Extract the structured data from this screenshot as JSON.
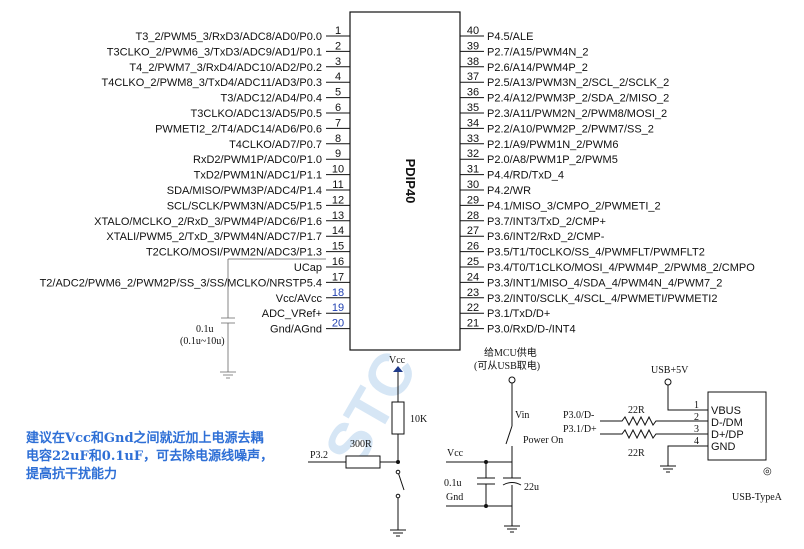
{
  "chip": {
    "package": "PDIP40",
    "left_pins": [
      {
        "num": "1",
        "label": "T3_2/PWM5_3/RxD3/ADC8/AD0/P0.0"
      },
      {
        "num": "2",
        "label": "T3CLKO_2/PWM6_3/TxD3/ADC9/AD1/P0.1"
      },
      {
        "num": "3",
        "label": "T4_2/PWM7_3/RxD4/ADC10/AD2/P0.2"
      },
      {
        "num": "4",
        "label": "T4CLKO_2/PWM8_3/TxD4/ADC11/AD3/P0.3"
      },
      {
        "num": "5",
        "label": "T3/ADC12/AD4/P0.4"
      },
      {
        "num": "6",
        "label": "T3CLKO/ADC13/AD5/P0.5"
      },
      {
        "num": "7",
        "label": "PWMETI2_2/T4/ADC14/AD6/P0.6"
      },
      {
        "num": "8",
        "label": "T4CLKO/AD7/P0.7"
      },
      {
        "num": "9",
        "label": "RxD2/PWM1P/ADC0/P1.0"
      },
      {
        "num": "10",
        "label": "TxD2/PWM1N/ADC1/P1.1"
      },
      {
        "num": "11",
        "label": "SDA/MISO/PWM3P/ADC4/P1.4"
      },
      {
        "num": "12",
        "label": "SCL/SCLK/PWM3N/ADC5/P1.5"
      },
      {
        "num": "13",
        "label": "XTALO/MCLKO_2/RxD_3/PWM4P/ADC6/P1.6"
      },
      {
        "num": "14",
        "label": "XTALI/PWM5_2/TxD_3/PWM4N/ADC7/P1.7"
      },
      {
        "num": "15",
        "label": "T2CLKO/MOSI/PWM2N/ADC3/P1.3"
      },
      {
        "num": "16",
        "label": "UCap"
      },
      {
        "num": "17",
        "label": "T2/ADC2/PWM6_2/PWM2P/SS_3/SS/MCLKO/NRSTP5.4"
      },
      {
        "num": "18",
        "label": "Vcc/AVcc"
      },
      {
        "num": "19",
        "label": "ADC_VRef+"
      },
      {
        "num": "20",
        "label": "Gnd/AGnd"
      }
    ],
    "right_pins": [
      {
        "num": "40",
        "label": "P4.5/ALE"
      },
      {
        "num": "39",
        "label": "P2.7/A15/PWM4N_2"
      },
      {
        "num": "38",
        "label": "P2.6/A14/PWM4P_2"
      },
      {
        "num": "37",
        "label": "P2.5/A13/PWM3N_2/SCL_2/SCLK_2"
      },
      {
        "num": "36",
        "label": "P2.4/A12/PWM3P_2/SDA_2/MISO_2"
      },
      {
        "num": "35",
        "label": "P2.3/A11/PWM2N_2/PWM8/MOSI_2"
      },
      {
        "num": "34",
        "label": "P2.2/A10/PWM2P_2/PWM7/SS_2"
      },
      {
        "num": "33",
        "label": "P2.1/A9/PWM1N_2/PWM6"
      },
      {
        "num": "32",
        "label": "P2.0/A8/PWM1P_2/PWM5"
      },
      {
        "num": "31",
        "label": "P4.4/RD/TxD_4"
      },
      {
        "num": "30",
        "label": "P4.2/WR"
      },
      {
        "num": "29",
        "label": "P4.1/MISO_3/CMPO_2/PWMETI_2"
      },
      {
        "num": "28",
        "label": "P3.7/INT3/TxD_2/CMP+"
      },
      {
        "num": "27",
        "label": "P3.6/INT2/RxD_2/CMP-"
      },
      {
        "num": "26",
        "label": "P3.5/T1/T0CLKO/SS_4/PWMFLT/PWMFLT2"
      },
      {
        "num": "25",
        "label": "P3.4/T0/T1CLKO/MOSI_4/PWM4P_2/PWM8_2/CMPO"
      },
      {
        "num": "24",
        "label": "P3.3/INT1/MISO_4/SDA_4/PWM4N_4/PWM7_2"
      },
      {
        "num": "23",
        "label": "P3.2/INT0/SCLK_4/SCL_4/PWMETI/PWMETI2"
      },
      {
        "num": "22",
        "label": "P3.1/TxD/D+"
      },
      {
        "num": "21",
        "label": "P3.0/RxD/D-/INT4"
      }
    ]
  },
  "ucap_cap": {
    "value": "0.1u",
    "range": "(0.1u~10u)"
  },
  "power_note_lines": [
    "建议在Vcc和Gnd之间就近加上电源去耦",
    "电容22uF和0.1uF，可去除电源线噪声，",
    "提高抗干扰能力"
  ],
  "reset_circuit": {
    "vcc": "Vcc",
    "r_pullup": "10K",
    "r_series": "300R",
    "pin": "P3.2"
  },
  "mcu_supply": {
    "title": "给MCU供电",
    "subtitle": "(可从USB取电)",
    "vin": "Vin",
    "power_on": "Power On",
    "vcc": "Vcc",
    "gnd": "Gnd",
    "c_small": "0.1u",
    "c_big": "22u"
  },
  "usb": {
    "supply": "USB+5V",
    "net_dm": "P3.0/D-",
    "net_dp": "P3.1/D+",
    "r_top": "22R",
    "r_bottom": "22R",
    "pins": [
      {
        "num": "1",
        "name": "VBUS"
      },
      {
        "num": "2",
        "name": "D-/DM"
      },
      {
        "num": "3",
        "name": "D+/DP"
      },
      {
        "num": "4",
        "name": "GND"
      }
    ],
    "connector": "USB-TypeA"
  },
  "watermark": "STC"
}
